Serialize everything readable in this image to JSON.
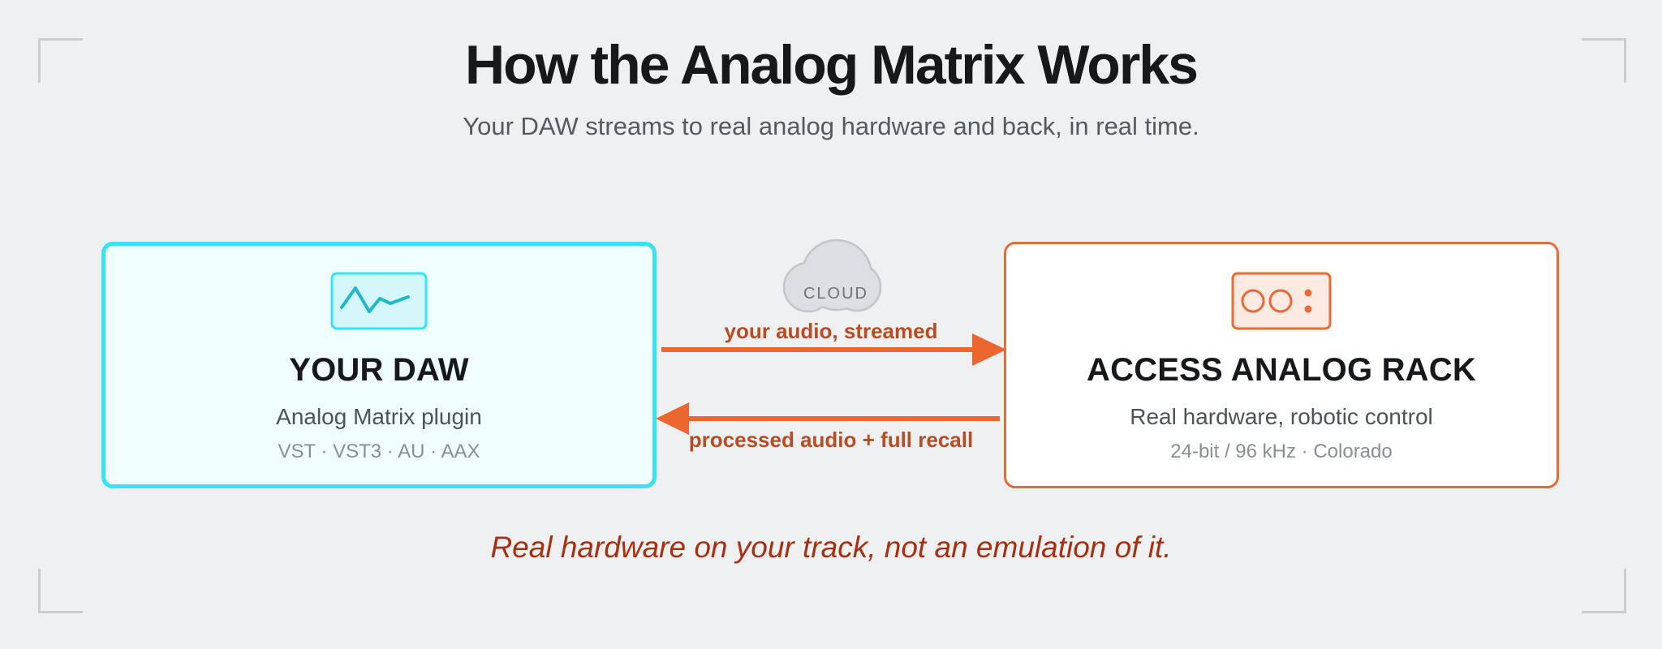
{
  "header": {
    "title": "How the Analog Matrix Works",
    "subtitle": "Your DAW streams to real analog hardware and back, in real time."
  },
  "daw_card": {
    "title": "YOUR DAW",
    "subtitle": "Analog Matrix plugin",
    "formats": "VST · VST3 · AU · AAX",
    "icon": "waveform-icon",
    "accent": "#37e2f3"
  },
  "rack_card": {
    "title": "ACCESS ANALOG RACK",
    "subtitle": "Real hardware, robotic control",
    "specs": "24-bit / 96 kHz · Colorado",
    "icon": "hardware-rack-icon",
    "accent": "#e86a36"
  },
  "cloud": {
    "label": "CLOUD",
    "icon": "cloud-icon"
  },
  "flows": {
    "outbound": "your audio, streamed",
    "inbound": "processed audio + full recall",
    "arrow_color": "#ec6630"
  },
  "tagline": "Real hardware on your track, not an emulation of it."
}
